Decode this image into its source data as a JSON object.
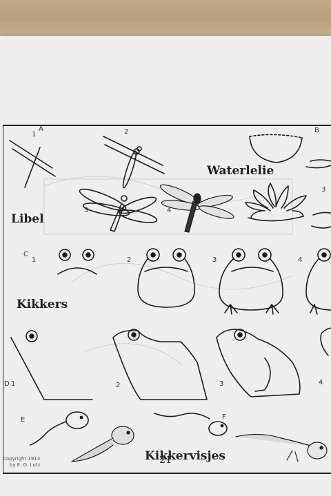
{
  "labels": {
    "libel": "Libel",
    "waterlelie": "Waterlelie",
    "kikkers": "Kikkers",
    "kikkervisjes": "Kikkervisjes"
  },
  "section_letters": {
    "a": "A",
    "b": "B",
    "c": "C",
    "d": "D",
    "e": "E",
    "f": "F"
  },
  "step_numbers": {
    "a1": "1",
    "a2": "2",
    "a3": "3",
    "a4": "4",
    "b3": "3",
    "c1": "1",
    "c2": "2",
    "c3": "3",
    "c4": "4",
    "d1": "1",
    "d2": "2",
    "d3": "3",
    "d4": "4"
  },
  "copyright": {
    "line1": "Copyright 1913",
    "line2": "by E. G. Lutz"
  },
  "page_number": "21"
}
